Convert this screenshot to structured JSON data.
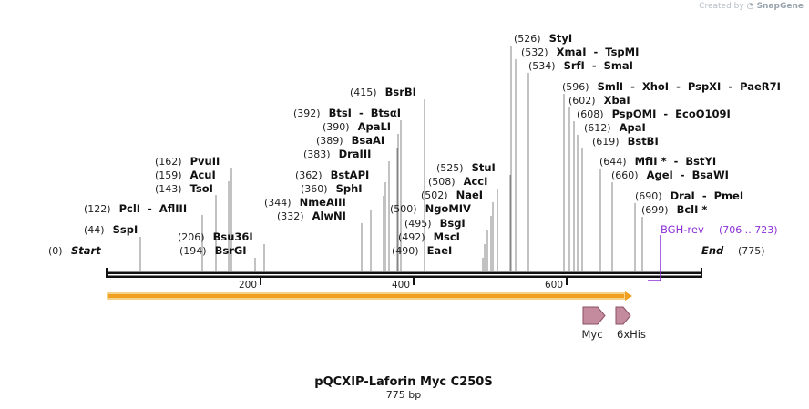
{
  "header": {
    "created_by": "Created by",
    "brand": "SnapGene"
  },
  "map": {
    "title": "pQCXIP-Laforin Myc C250S",
    "length_label": "775 bp",
    "start_label": "Start",
    "start_pos": "(0)",
    "end_label": "End",
    "end_pos": "(775)",
    "ticks": [
      "200",
      "400",
      "600"
    ]
  },
  "sites": [
    {
      "pos": "(44)",
      "name": "SspI"
    },
    {
      "pos": "(122)",
      "name": "PclI  -  AflIII"
    },
    {
      "pos": "(143)",
      "name": "TsoI"
    },
    {
      "pos": "(159)",
      "name": "AcuI"
    },
    {
      "pos": "(162)",
      "name": "PvuII"
    },
    {
      "pos": "(194)",
      "name": "BsrGI"
    },
    {
      "pos": "(206)",
      "name": "Bsu36I"
    },
    {
      "pos": "(332)",
      "name": "AlwNI"
    },
    {
      "pos": "(344)",
      "name": "NmeAIII"
    },
    {
      "pos": "(360)",
      "name": "SphI"
    },
    {
      "pos": "(362)",
      "name": "BstAPI"
    },
    {
      "pos": "(383)",
      "name": "DraIII"
    },
    {
      "pos": "(389)",
      "name": "BsaAI"
    },
    {
      "pos": "(390)",
      "name": "ApaLI"
    },
    {
      "pos": "(392)",
      "name": "BtsI  -  BtsαI"
    },
    {
      "pos": "(415)",
      "name": "BsrBI"
    },
    {
      "pos": "(490)",
      "name": "EaeI"
    },
    {
      "pos": "(492)",
      "name": "MscI"
    },
    {
      "pos": "(495)",
      "name": "BsgI"
    },
    {
      "pos": "(500)",
      "name": "NgoMIV"
    },
    {
      "pos": "(502)",
      "name": "NaeI"
    },
    {
      "pos": "(508)",
      "name": "AccI"
    },
    {
      "pos": "(525)",
      "name": "StuI"
    },
    {
      "pos": "(526)",
      "name": "StyI"
    },
    {
      "pos": "(532)",
      "name": "XmaI  -  TspMI"
    },
    {
      "pos": "(534)",
      "name": "SrfI  -  SmaI"
    },
    {
      "pos": "(596)",
      "name": "SmlI  -  XhoI  -  PspXI  -  PaeR7I"
    },
    {
      "pos": "(602)",
      "name": "XbaI"
    },
    {
      "pos": "(608)",
      "name": "PspOMI  -  EcoO109I"
    },
    {
      "pos": "(612)",
      "name": "ApaI"
    },
    {
      "pos": "(619)",
      "name": "BstBI"
    },
    {
      "pos": "(644)",
      "name": "MfII *  -  BstYI"
    },
    {
      "pos": "(660)",
      "name": "AgeI  -  BsaWI"
    },
    {
      "pos": "(690)",
      "name": "DraI  -  PmeI"
    },
    {
      "pos": "(699)",
      "name": "BclI *"
    }
  ],
  "primer": {
    "name": "BGH-rev",
    "range": "(706 .. 723)"
  },
  "features": [
    {
      "name": "Myc",
      "color": "#c48b9f"
    },
    {
      "name": "6xHis",
      "color": "#c48b9f"
    }
  ],
  "colors": {
    "orf_fill": "#f0a020",
    "orf_edge": "#f5d38a",
    "primer": "#8b2fd6",
    "feature": "#c48b9f"
  }
}
